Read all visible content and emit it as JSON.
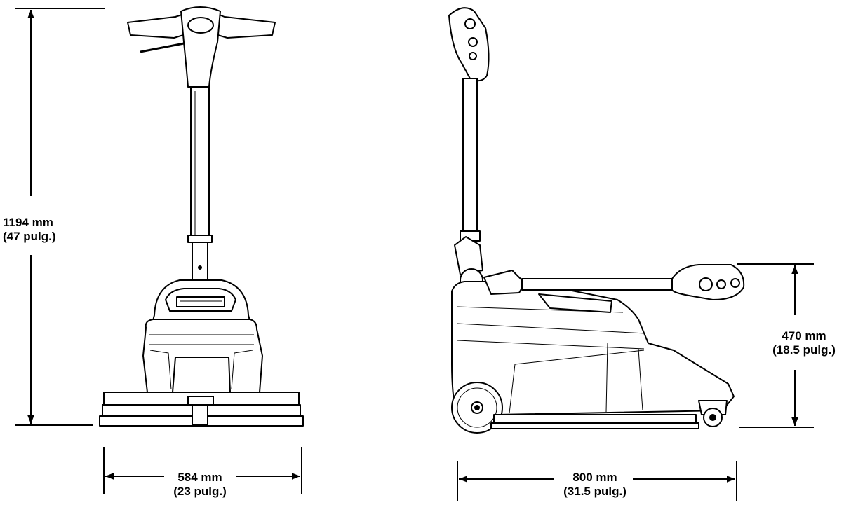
{
  "dimensions": {
    "height": {
      "metric": "1194  mm",
      "imperial": "(47 pulg.)"
    },
    "front_width": {
      "metric": "584 mm",
      "imperial": "(23 pulg.)"
    },
    "side_length": {
      "metric": "800 mm",
      "imperial": "(31.5 pulg.)"
    },
    "handle_height": {
      "metric": "470 mm",
      "imperial": "(18.5 pulg.)"
    }
  },
  "colors": {
    "line": "#000000",
    "fill": "#ffffff",
    "shade": "#e6e6e6"
  }
}
